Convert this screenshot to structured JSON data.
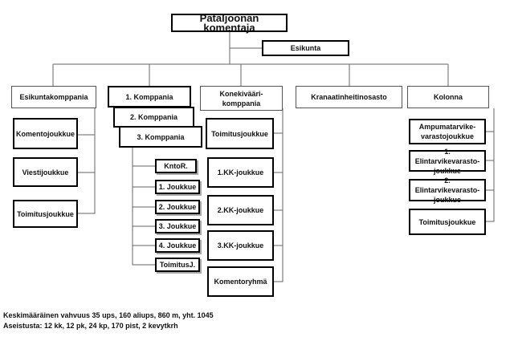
{
  "chart_title": "Pataljoonan komentaja",
  "staff": "Esikunta",
  "units": {
    "hq_company": {
      "name": "Esikuntakomppania",
      "sub": [
        "Komentojoukkue",
        "Viestijoukkue",
        "Toimitusjoukkue"
      ]
    },
    "rifle_companies": {
      "names": [
        "1. Komppania",
        "2. Komppania",
        "3. Komppania"
      ],
      "sub": [
        "KntoR.",
        "1. Joukkue",
        "2. Joukkue",
        "3. Joukkue",
        "4. Joukkue",
        "ToimitusJ."
      ]
    },
    "mg_company": {
      "name": "Konekivääri-komppania",
      "sub": [
        "Toimitusjoukkue",
        "1.KK-joukkue",
        "2.KK-joukkue",
        "3.KK-joukkue",
        "Komentoryhmä"
      ]
    },
    "mortar": {
      "name": "Kranaatinheitinosasto"
    },
    "column": {
      "name": "Kolonna",
      "sub": [
        "Ampumatarvike-varastojoukkue",
        "1. Elintarvikevarasto-joukkue",
        "2. Elintarvikevarasto-joukkue",
        "Toimitusjoukkue"
      ]
    }
  },
  "notes": {
    "strength": "Keskimääräinen vahvuus  35 ups, 160 aliups, 860 m, yht. 1045",
    "weapons": "Aseistusta: 12 kk, 12 pk, 24 kp, 170 pist,  2 kevytkrh"
  }
}
